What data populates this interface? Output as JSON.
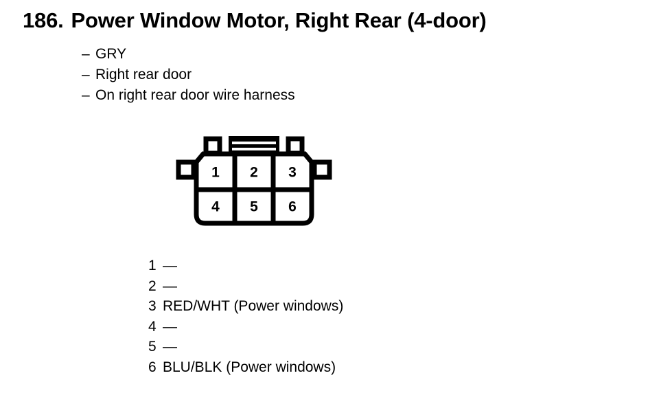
{
  "document": {
    "entry_number": "186.",
    "title": "Power Window Motor, Right Rear (4-door)",
    "notes": [
      {
        "dash": "–",
        "text": "GRY"
      },
      {
        "dash": "–",
        "text": "Right rear door"
      },
      {
        "dash": "–",
        "text": "On right rear door wire harness"
      }
    ]
  },
  "connector": {
    "type": "6-way rectangular connector face view",
    "cavity_count": 6,
    "rows": [
      {
        "cells": [
          "1",
          "2",
          "3"
        ]
      },
      {
        "cells": [
          "4",
          "5",
          "6"
        ]
      }
    ],
    "outline_color": "#000000",
    "fill_color": "#ffffff"
  },
  "pin_table": {
    "rows": [
      {
        "pin": "1",
        "desc": "—"
      },
      {
        "pin": "2",
        "desc": "—"
      },
      {
        "pin": "3",
        "desc": "RED/WHT (Power windows)"
      },
      {
        "pin": "4",
        "desc": "—"
      },
      {
        "pin": "5",
        "desc": "—"
      },
      {
        "pin": "6",
        "desc": "BLU/BLK (Power windows)"
      }
    ]
  }
}
